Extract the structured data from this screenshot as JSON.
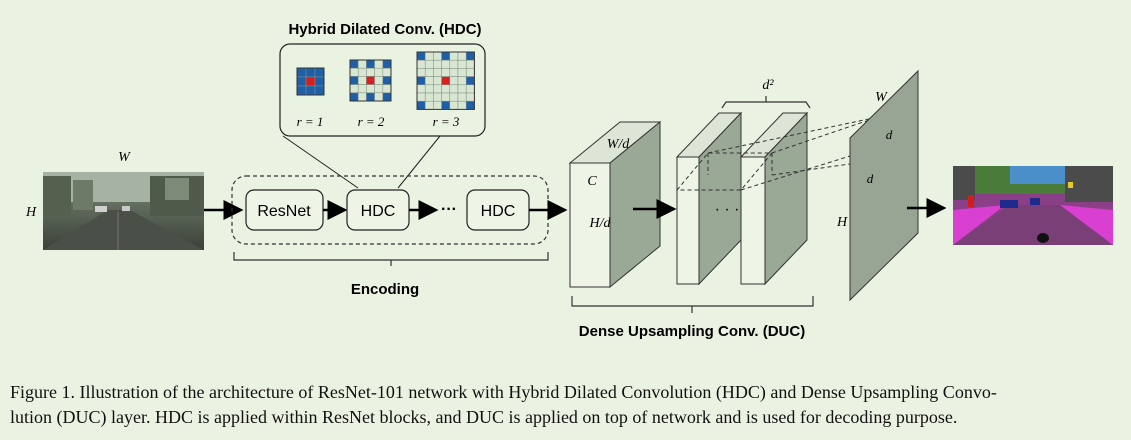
{
  "hdc": {
    "title": "Hybrid Dilated Conv. (HDC)",
    "r1_label": "r = 1",
    "r2_label": "r = 2",
    "r3_label": "r = 3"
  },
  "encoding": {
    "input_width_label": "W",
    "input_height_label": "H",
    "blocks": [
      "ResNet",
      "HDC",
      "HDC"
    ],
    "ellipsis": "···",
    "label": "Encoding"
  },
  "duc": {
    "feature_width_label": "W/d",
    "feature_channel_label": "C",
    "feature_height_label": "H/d",
    "channels_label": "d²",
    "ellipsis": "· · ·",
    "output_width_label": "W",
    "output_height_label": "H",
    "cell_label_1": "d",
    "cell_label_2": "d",
    "label": "Dense Upsampling Conv. (DUC)"
  },
  "caption": {
    "line1": "Figure 1. Illustration of the architecture of ResNet-101 network with Hybrid Dilated Convolution (HDC) and Dense Upsampling Convo-",
    "line2": "lution (DUC) layer. HDC is applied within ResNet blocks, and DUC is applied on top of network and is used for decoding purpose."
  },
  "colors": {
    "background": "#eaf3e2",
    "grid_blue": "#1f5fa8",
    "grid_red": "#d62020",
    "grid_light": "#d8e6d2",
    "block_face": "#eef4e6",
    "block_side": "#9aa896",
    "plane": "#98a594"
  }
}
